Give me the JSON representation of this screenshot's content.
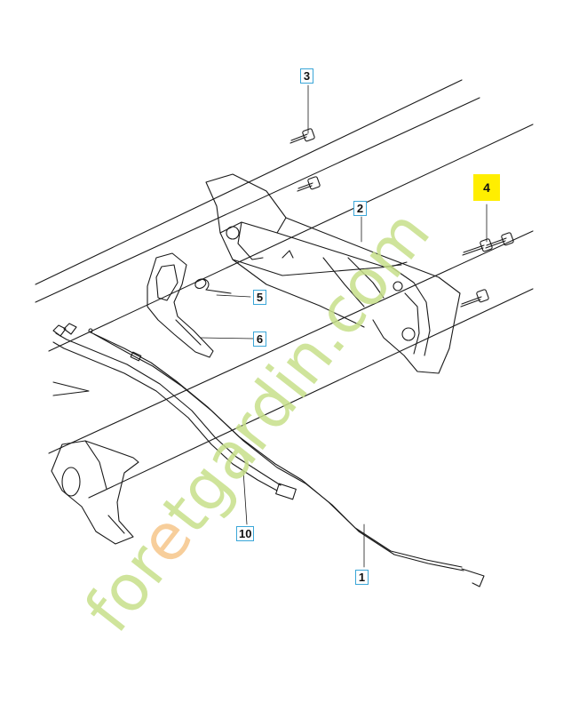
{
  "callouts": [
    {
      "id": "c3",
      "label": "3"
    },
    {
      "id": "c4",
      "label": "4",
      "highlight": true
    },
    {
      "id": "c2",
      "label": "2"
    },
    {
      "id": "c5",
      "label": "5"
    },
    {
      "id": "c6",
      "label": "6"
    },
    {
      "id": "c10",
      "label": "10"
    },
    {
      "id": "c1",
      "label": "1"
    }
  ],
  "watermark": {
    "part1": "for",
    "part2": "e",
    "part3": "tgardin.com"
  },
  "colors": {
    "line": "#1a1a1a",
    "callout_border": "#3aa6d8",
    "highlight": "#ffee00",
    "watermark_green": "#c7e08a",
    "watermark_orange": "#f6c68a",
    "watermark_grey": "#d8d3c8"
  }
}
